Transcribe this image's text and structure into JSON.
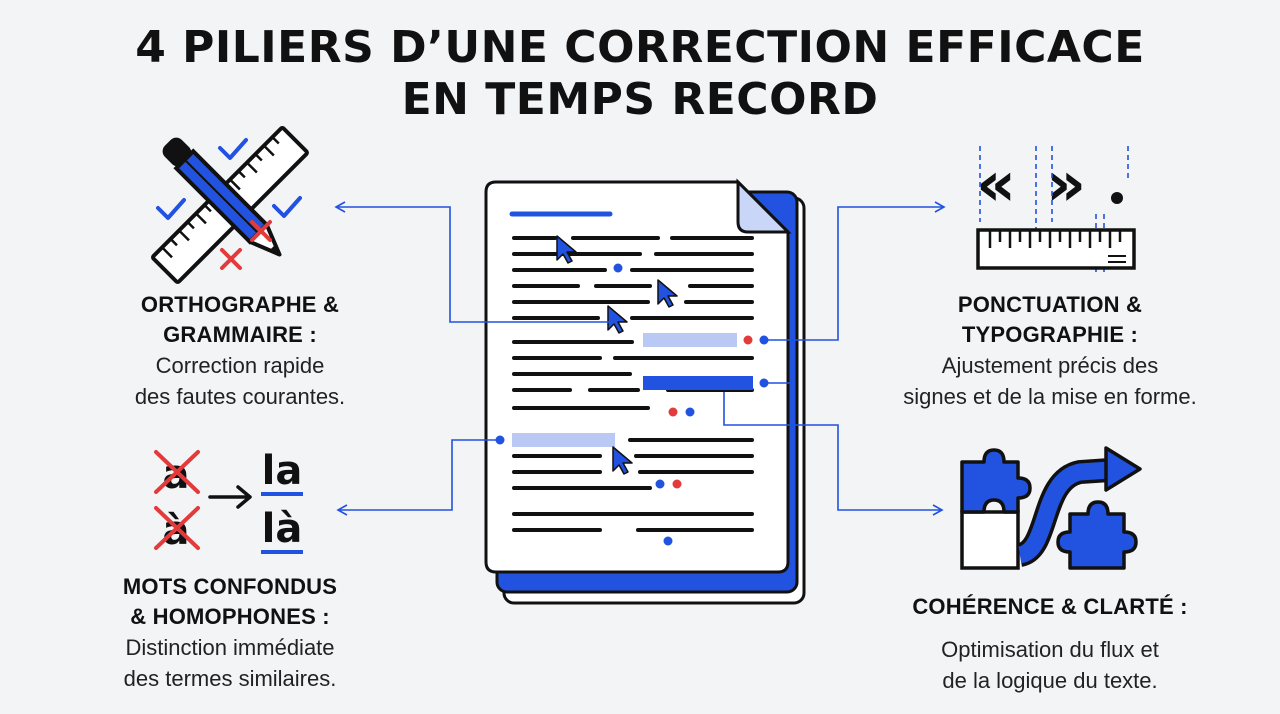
{
  "title": {
    "line1": "4 PILIERS D’UNE CORRECTION EFFICACE",
    "line2": "EN TEMPS RECORD"
  },
  "colors": {
    "accent": "#2152e0",
    "accent_light": "#b9c9f4",
    "error": "#e33b3b",
    "ink": "#111111",
    "background": "#f3f4f6"
  },
  "pillars": {
    "spelling": {
      "icon": "pencil-ruler-icon",
      "heading": [
        "ORTHOGRAPHE &",
        "GRAMMAIRE :"
      ],
      "description": [
        "Correction rapide",
        "des fautes courantes."
      ]
    },
    "homophones": {
      "icon": "homophones-icon",
      "wrong_words": [
        "a",
        "à"
      ],
      "right_words": [
        "la",
        "là"
      ],
      "heading": [
        "MOTS CONFONDUS",
        "& HOMOPHONES :"
      ],
      "description": [
        "Distinction immédiate",
        "des termes similaires."
      ]
    },
    "punctuation": {
      "icon": "quotes-ruler-icon",
      "heading": [
        "PONCTUATION &",
        "TYPOGRAPHIE :"
      ],
      "description": [
        "Ajustement précis des",
        "signes et de la mise en forme."
      ]
    },
    "coherence": {
      "icon": "puzzle-arrow-icon",
      "heading": [
        "COHÉRENCE & CLARTÉ :"
      ],
      "description": [
        "Optimisation du flux et",
        "de la logique du texte."
      ]
    }
  }
}
